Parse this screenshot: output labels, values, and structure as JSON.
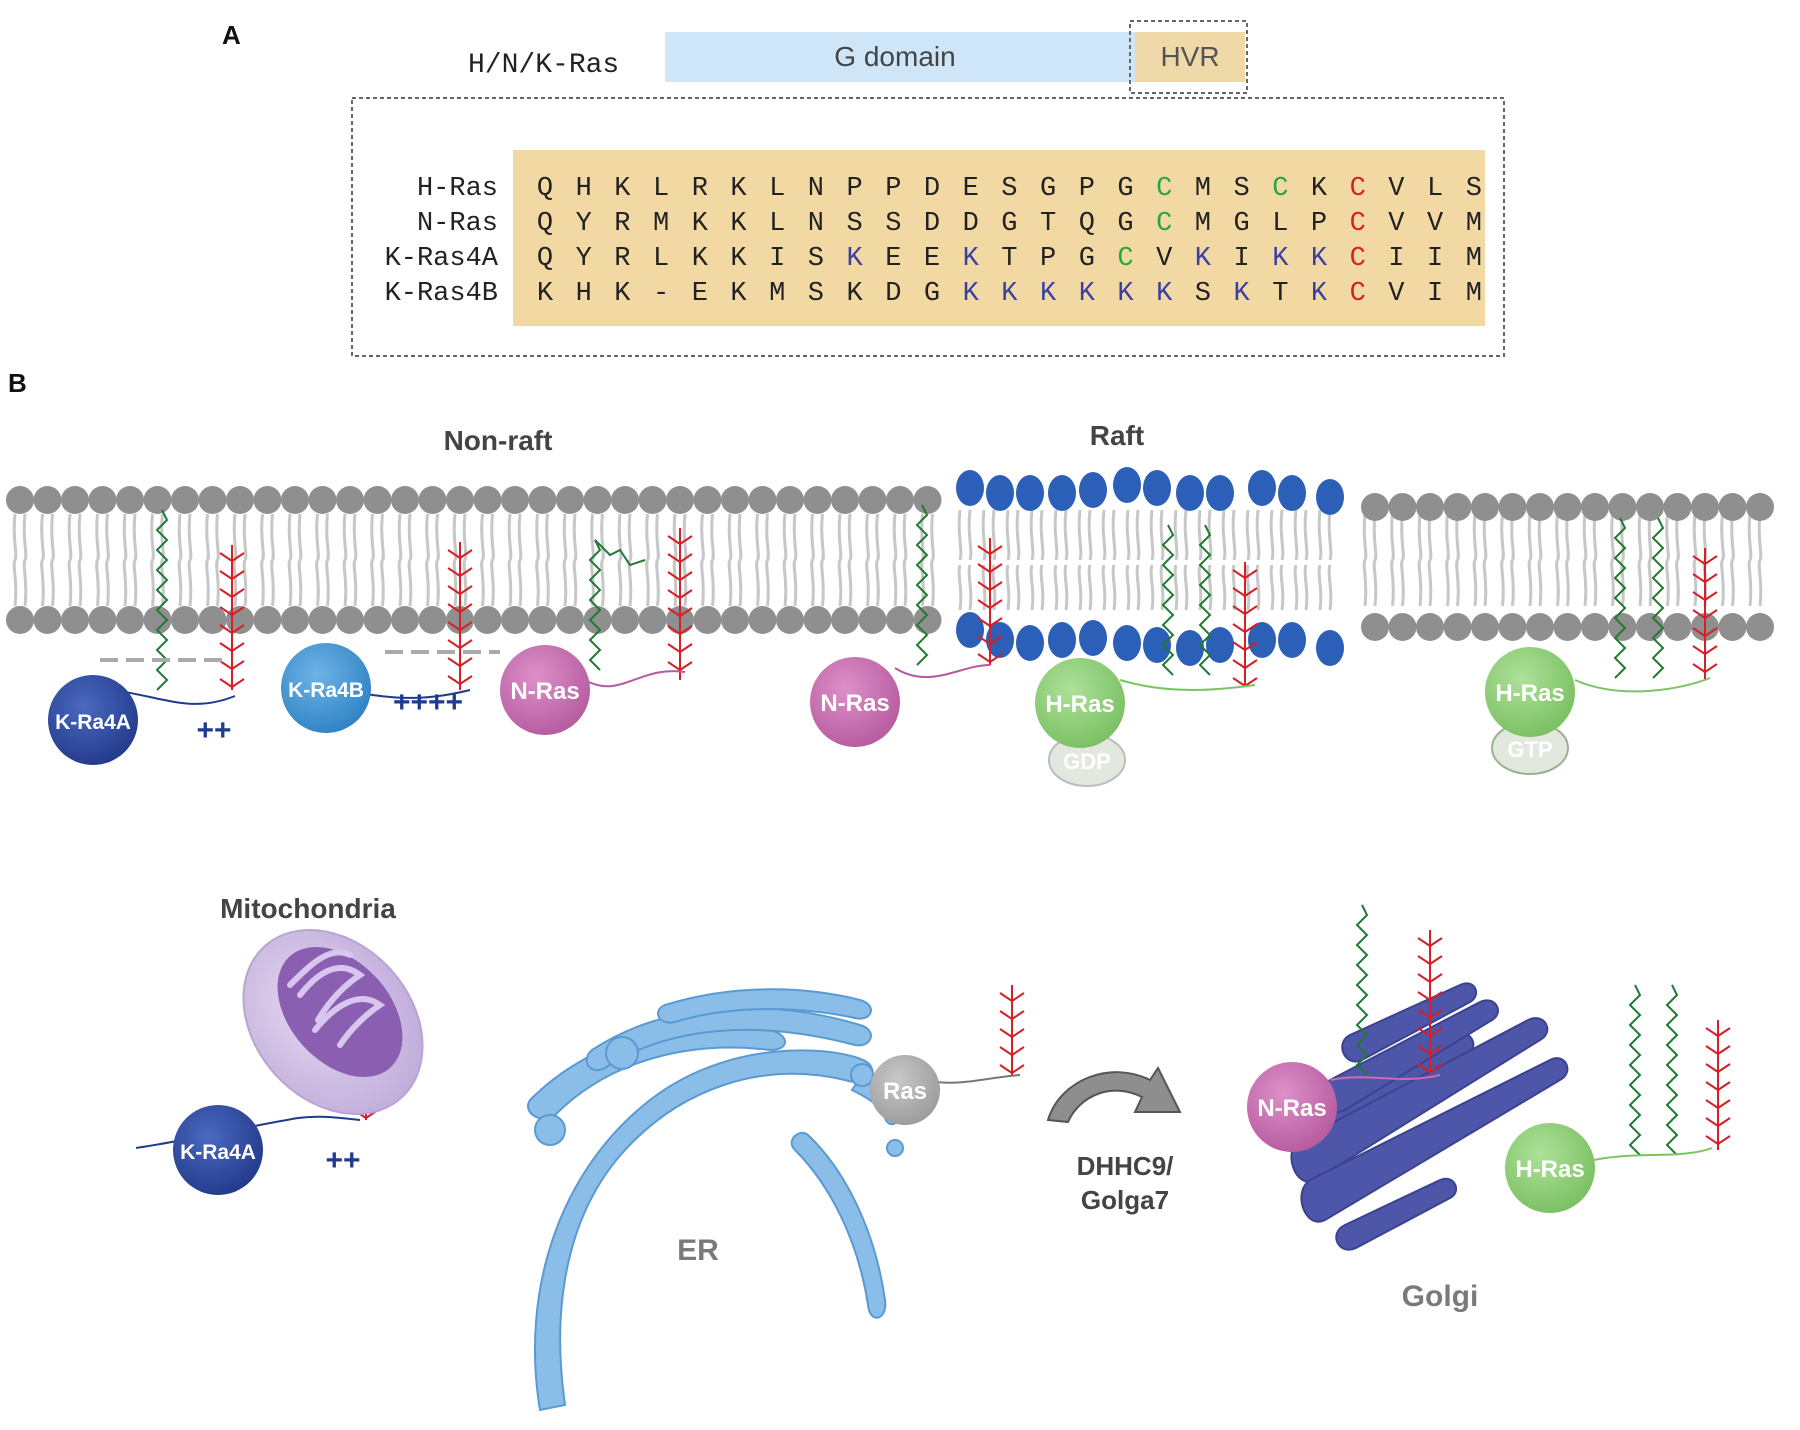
{
  "panel_a": {
    "label": "A",
    "protein_name": "H/N/K-Ras",
    "gdomain_label": "G domain",
    "hvr_label": "HVR",
    "colors": {
      "gdomain": "#cfe6f8",
      "hvr": "#efd9a8",
      "seq_bg": "#f2d9a4",
      "cys_green": "#27a83a",
      "cys_red": "#d61f26",
      "lys_blue": "#3b3fa3"
    },
    "sequences": [
      {
        "name": "H-Ras",
        "residues": [
          "Q",
          "H",
          "K",
          "L",
          "R",
          "K",
          "L",
          "N",
          "P",
          "P",
          "D",
          "E",
          "S",
          "G",
          "P",
          "G",
          "C",
          "M",
          "S",
          "C",
          "K",
          "C",
          "V",
          "L",
          "S"
        ],
        "colors": [
          "k",
          "k",
          "k",
          "k",
          "k",
          "k",
          "k",
          "k",
          "k",
          "k",
          "k",
          "k",
          "k",
          "k",
          "k",
          "k",
          "g",
          "k",
          "k",
          "g",
          "k",
          "r",
          "k",
          "k",
          "k"
        ]
      },
      {
        "name": "N-Ras",
        "residues": [
          "Q",
          "Y",
          "R",
          "M",
          "K",
          "K",
          "L",
          "N",
          "S",
          "S",
          "D",
          "D",
          "G",
          "T",
          "Q",
          "G",
          "C",
          "M",
          "G",
          "L",
          "P",
          "C",
          "V",
          "V",
          "M"
        ],
        "colors": [
          "k",
          "k",
          "k",
          "k",
          "k",
          "k",
          "k",
          "k",
          "k",
          "k",
          "k",
          "k",
          "k",
          "k",
          "k",
          "k",
          "g",
          "k",
          "k",
          "k",
          "k",
          "r",
          "k",
          "k",
          "k"
        ]
      },
      {
        "name": "K-Ras4A",
        "residues": [
          "Q",
          "Y",
          "R",
          "L",
          "K",
          "K",
          "I",
          "S",
          "K",
          "E",
          "E",
          "K",
          "T",
          "P",
          "G",
          "C",
          "V",
          "K",
          "I",
          "K",
          "K",
          "C",
          "I",
          "I",
          "M"
        ],
        "colors": [
          "k",
          "k",
          "k",
          "k",
          "k",
          "k",
          "k",
          "k",
          "b",
          "k",
          "k",
          "b",
          "k",
          "k",
          "k",
          "g",
          "k",
          "b",
          "k",
          "b",
          "b",
          "r",
          "k",
          "k",
          "k"
        ]
      },
      {
        "name": "K-Ras4B",
        "residues": [
          "K",
          "H",
          "K",
          "-",
          "E",
          "K",
          "M",
          "S",
          "K",
          "D",
          "G",
          "K",
          "K",
          "K",
          "K",
          "K",
          "K",
          "S",
          "K",
          "T",
          "K",
          "C",
          "V",
          "I",
          "M"
        ],
        "colors": [
          "k",
          "k",
          "k",
          "k",
          "k",
          "k",
          "k",
          "k",
          "k",
          "k",
          "k",
          "b",
          "b",
          "b",
          "b",
          "b",
          "b",
          "k",
          "b",
          "k",
          "b",
          "r",
          "k",
          "k",
          "k"
        ]
      }
    ]
  },
  "panel_b": {
    "label": "B",
    "nonraft_title": "Non-raft",
    "raft_title": "Raft",
    "membrane_proteins": [
      {
        "label": "K-Ra4A",
        "color": "#2b4aa0"
      },
      {
        "label": "K-Ra4B",
        "color": "#3f93d3"
      },
      {
        "label": "N-Ras",
        "color": "#c96eb0"
      },
      {
        "label": "N-Ras",
        "color": "#c96eb0"
      },
      {
        "label": "H-Ras",
        "color": "#8fce78"
      },
      {
        "label": "H-Ras",
        "color": "#8fce78"
      }
    ],
    "charges": {
      "k4a": "++",
      "k4b": "++++"
    },
    "gdp_label": "GDP",
    "gtp_label": "GTP",
    "mito_title": "Mitochondria",
    "mito_protein": "K-Ra4A",
    "mito_charge": "++",
    "er_label": "ER",
    "er_ras_label": "Ras",
    "arrow_label_line1": "DHHC9/",
    "arrow_label_line2": "Golga7",
    "golgi_label": "Golgi",
    "golgi_nras": "N-Ras",
    "golgi_hras": "H-Ras"
  }
}
